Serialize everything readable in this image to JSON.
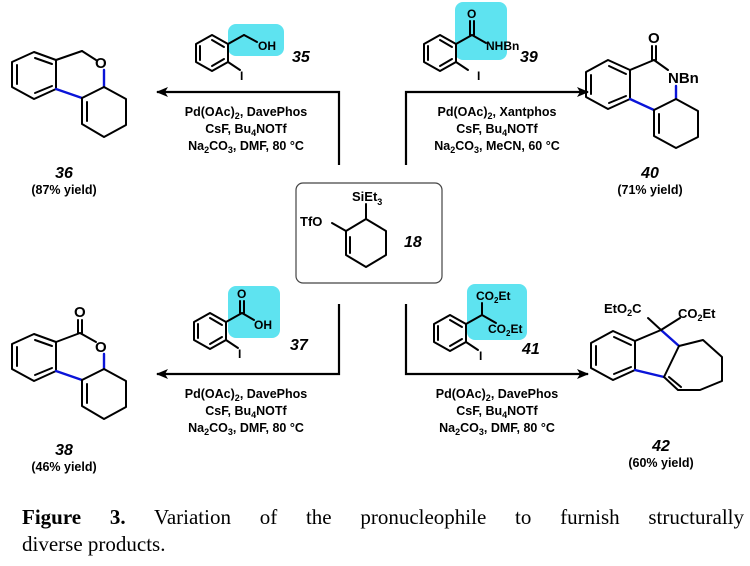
{
  "figure": {
    "caption_label": "Figure 3.",
    "caption_text_line1": "Variation of the pronucleophile to furnish structurally",
    "caption_text_line2": "diverse products."
  },
  "highlight_color": "#5ee3f0",
  "new_bond_color": "#0a14d8",
  "starting_material": {
    "id": "18",
    "substituents": {
      "silyl": "SiEt",
      "silyl_sub": "3",
      "triflate": "TfO"
    }
  },
  "reactions": [
    {
      "position": "top-left",
      "reagent": {
        "id": "35",
        "group": "OH",
        "halide": "I"
      },
      "conditions": [
        {
          "parts": [
            "Pd(OAc)",
            "2",
            ", DavePhos"
          ]
        },
        {
          "parts": [
            "CsF, Bu",
            "4",
            "NOTf"
          ]
        },
        {
          "parts": [
            "Na",
            "2",
            "CO",
            "3",
            ", DMF, 80 °C"
          ]
        }
      ],
      "product": {
        "id": "36",
        "yield": "(87% yield)",
        "heteroatom": "O"
      }
    },
    {
      "position": "top-right",
      "reagent": {
        "id": "39",
        "group": "NHBn",
        "carbonyl": "O",
        "halide": "I"
      },
      "conditions": [
        {
          "parts": [
            "Pd(OAc)",
            "2",
            ", Xantphos"
          ]
        },
        {
          "parts": [
            "CsF, Bu",
            "4",
            "NOTf"
          ]
        },
        {
          "parts": [
            "Na",
            "2",
            "CO",
            "3",
            ", MeCN, 60 °C"
          ]
        }
      ],
      "product": {
        "id": "40",
        "yield": "(71% yield)",
        "heteroatom": "NBn",
        "carbonyl": "O"
      }
    },
    {
      "position": "bottom-left",
      "reagent": {
        "id": "37",
        "group": "OH",
        "carbonyl": "O",
        "halide": "I"
      },
      "conditions": [
        {
          "parts": [
            "Pd(OAc)",
            "2",
            ", DavePhos"
          ]
        },
        {
          "parts": [
            "CsF, Bu",
            "4",
            "NOTf"
          ]
        },
        {
          "parts": [
            "Na",
            "2",
            "CO",
            "3",
            ", DMF, 80 °C"
          ]
        }
      ],
      "product": {
        "id": "38",
        "yield": "(46% yield)",
        "heteroatom": "O",
        "carbonyl": "O"
      }
    },
    {
      "position": "bottom-right",
      "reagent": {
        "id": "41",
        "group_top": "CO",
        "group_top_sub": "2",
        "group_top_end": "Et",
        "halide": "I"
      },
      "conditions": [
        {
          "parts": [
            "Pd(OAc)",
            "2",
            ", DavePhos"
          ]
        },
        {
          "parts": [
            "CsF, Bu",
            "4",
            "NOTf"
          ]
        },
        {
          "parts": [
            "Na",
            "2",
            "CO",
            "3",
            ", DMF, 80 °C"
          ]
        }
      ],
      "product": {
        "id": "42",
        "yield": "(60% yield)",
        "ester_left": "EtO",
        "ester_left_sub": "2",
        "ester_left_end": "C",
        "ester_right": "CO",
        "ester_right_sub": "2",
        "ester_right_end": "Et"
      }
    }
  ]
}
